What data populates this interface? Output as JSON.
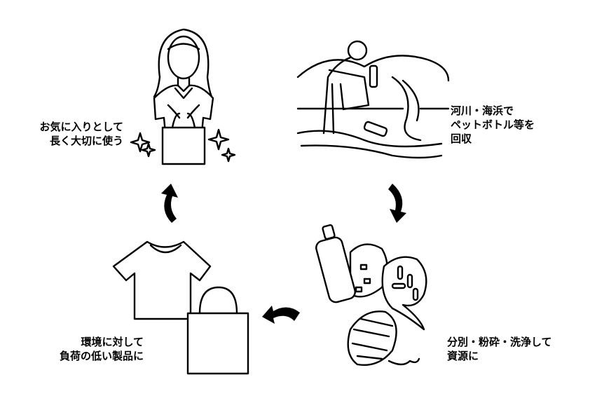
{
  "steps": [
    {
      "id": "use",
      "lines": [
        "お気に入りとして",
        "長く大切に使う"
      ]
    },
    {
      "id": "collect",
      "lines": [
        "河川・海浜で",
        "ペットボトル等を",
        "回収"
      ]
    },
    {
      "id": "process",
      "lines": [
        "分別・粉砕・洗浄して",
        "資源に"
      ]
    },
    {
      "id": "product",
      "lines": [
        "環境に対して",
        "負荷の低い製品に"
      ]
    }
  ]
}
